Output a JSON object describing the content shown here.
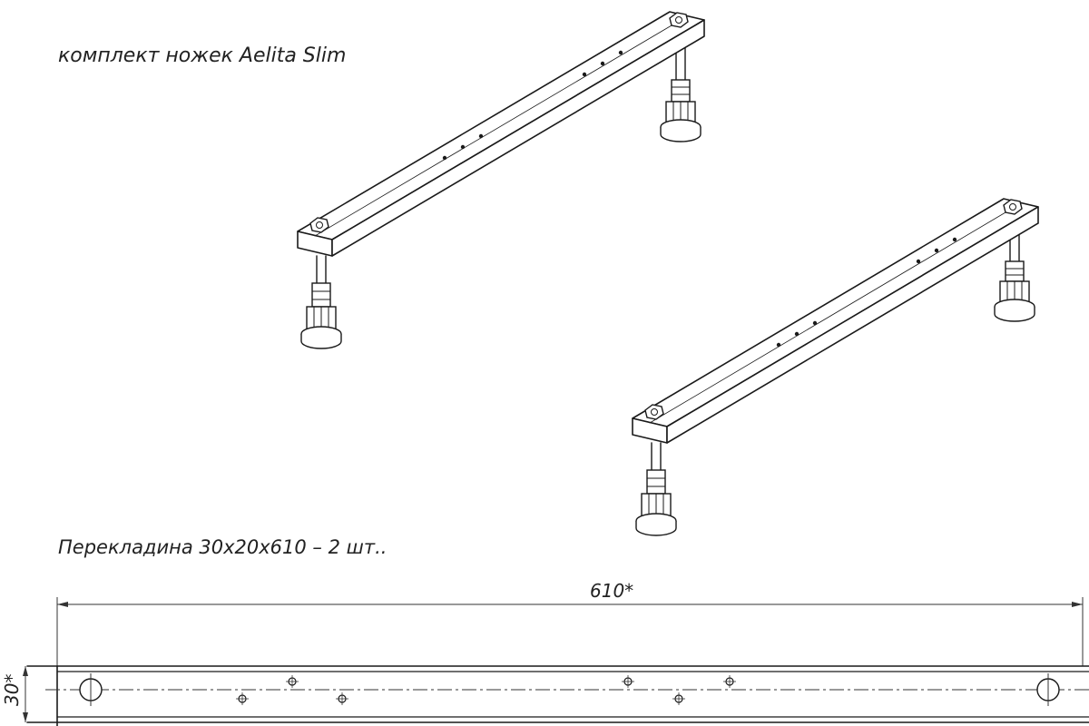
{
  "title": "комплект ножек Aelita Slim",
  "crossbar_note": "Перекладина 30х20х610 – 2 шт..",
  "dimensions": {
    "length_label": "610*",
    "height_label": "30*"
  }
}
